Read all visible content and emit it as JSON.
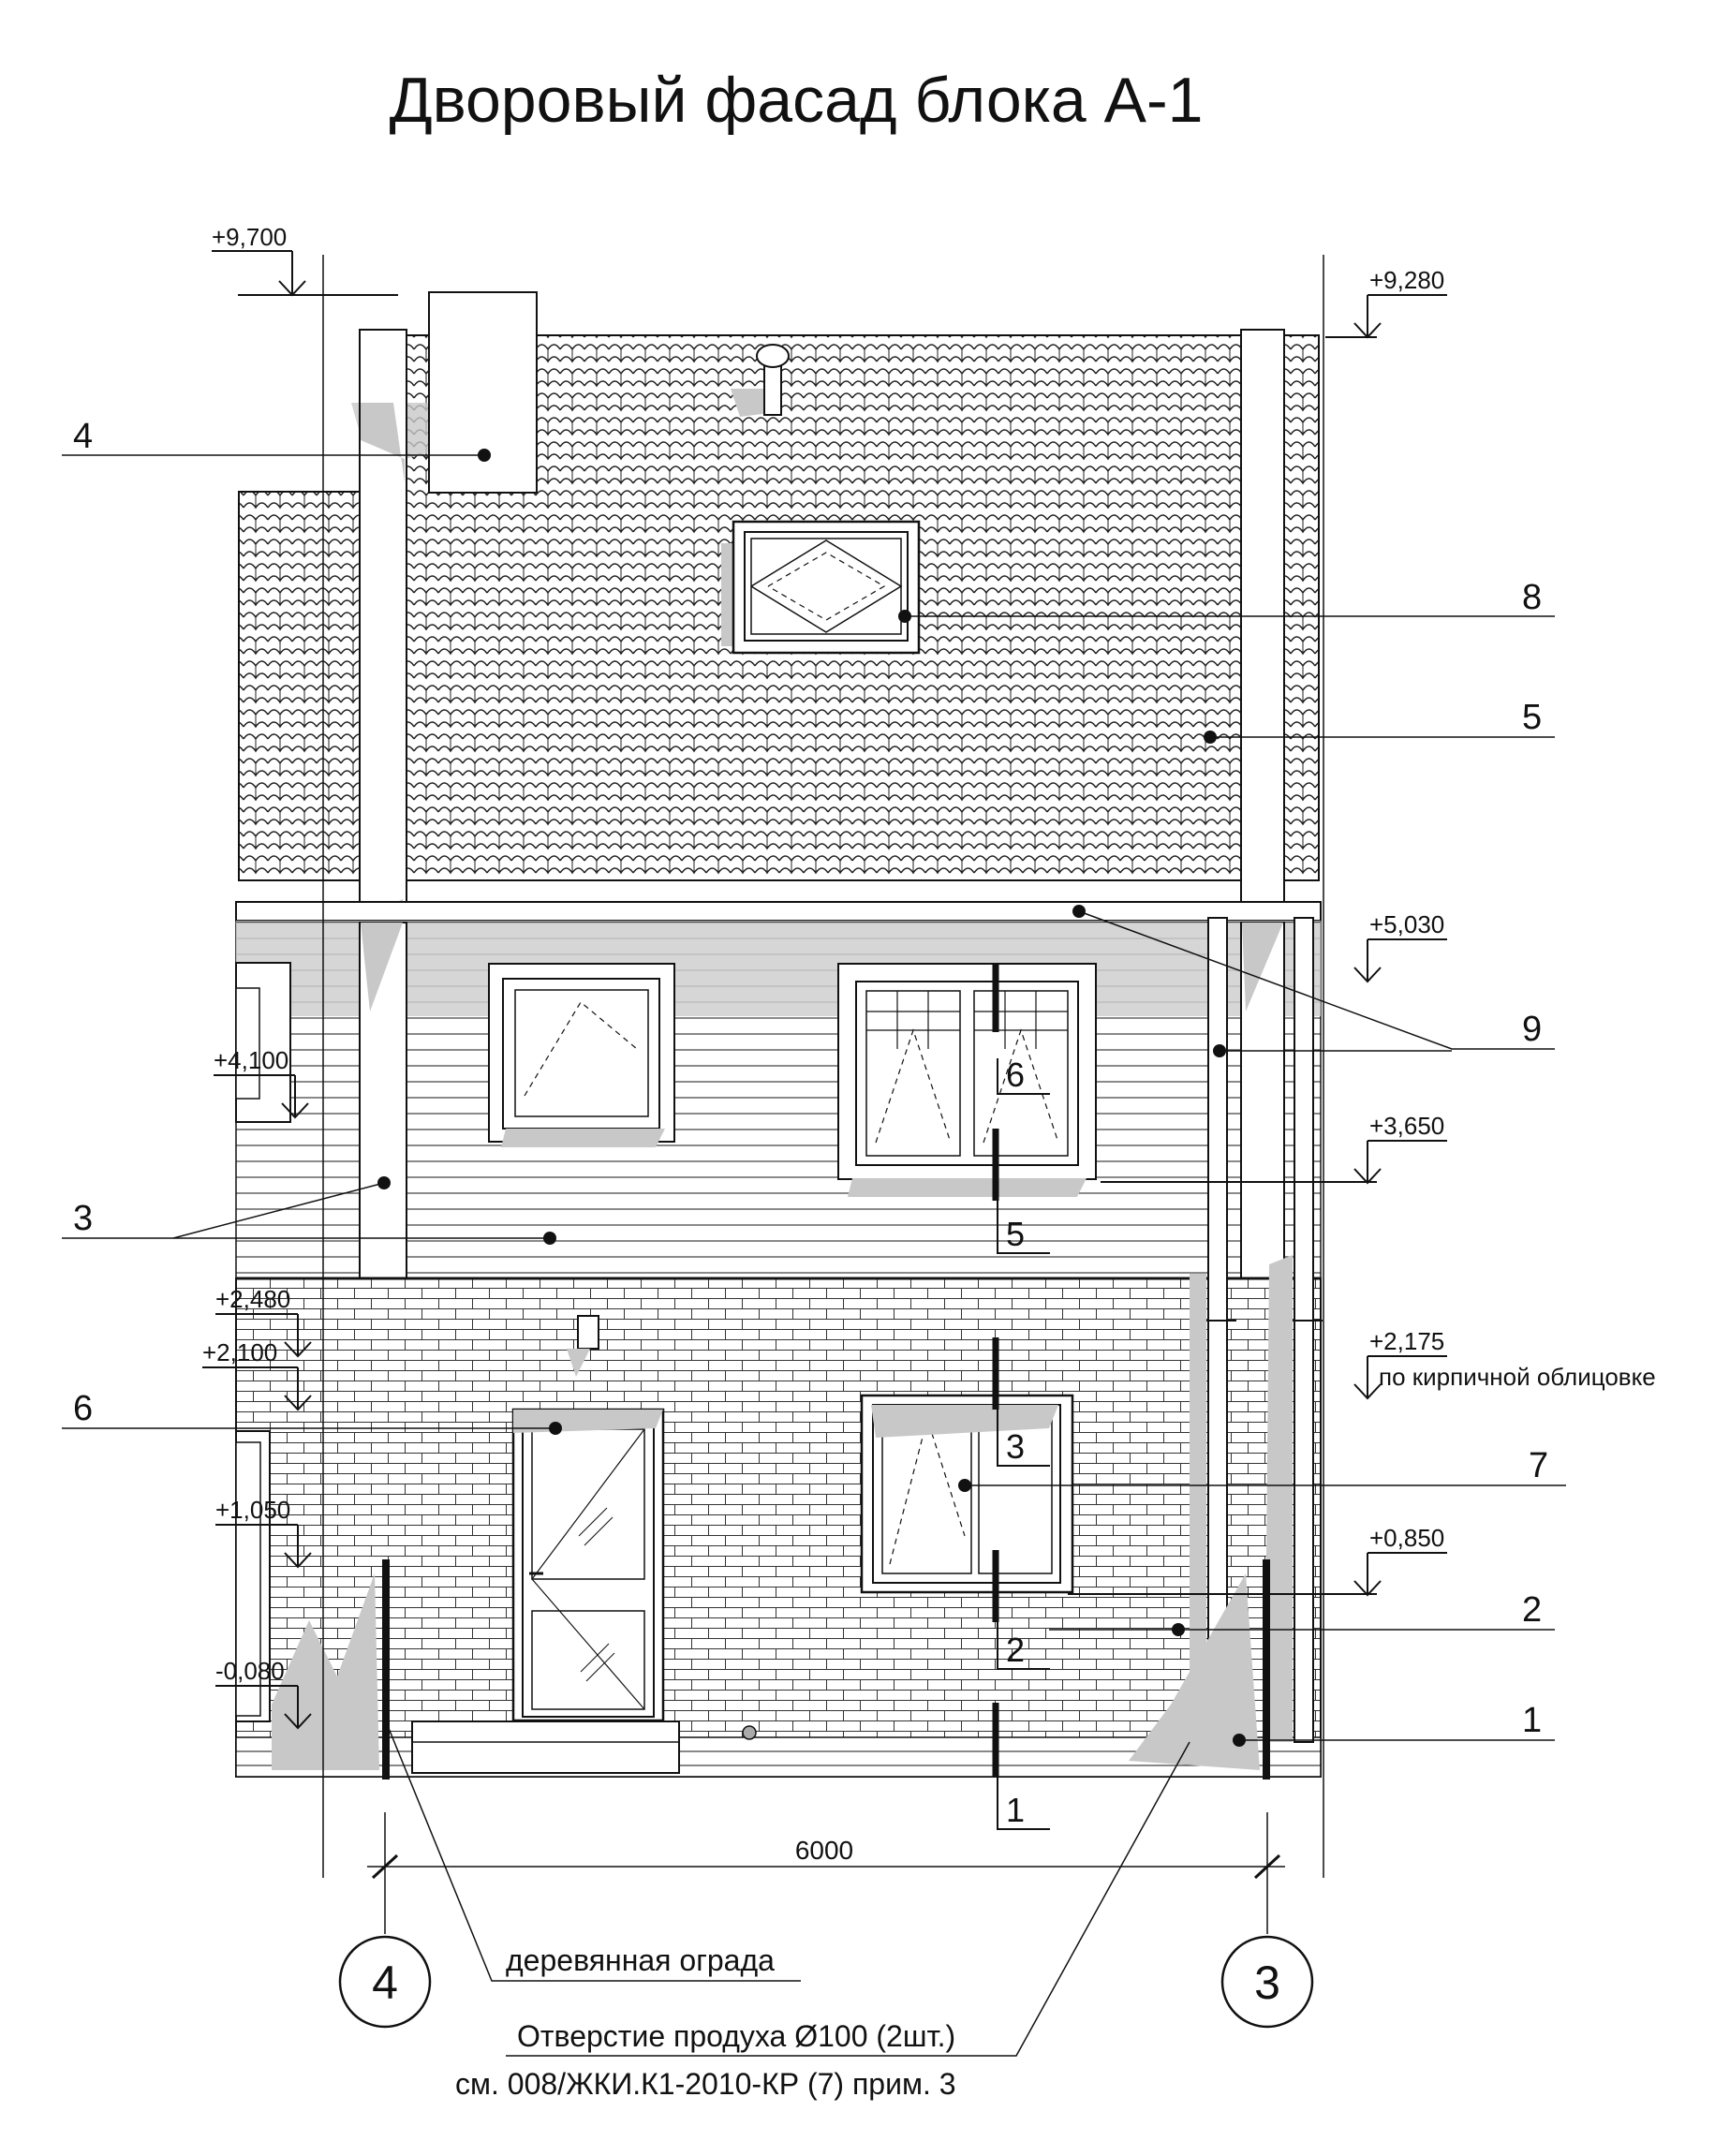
{
  "title": "Дворовый фасад блока А-1",
  "elevations": {
    "top_left": "+9,700",
    "top_right": "+9,280",
    "eaves": "+5,030",
    "left_4100": "+4,100",
    "right_3650": "+3,650",
    "left_2480": "+2,480",
    "left_2100": "+2,100",
    "right_2175": "+2,175",
    "right_2175_note": "по кирпичной облицовке",
    "left_1050": "+1,050",
    "right_0850": "+0,850",
    "left_minus0080": "-0,080"
  },
  "callouts": {
    "c4": "4",
    "c8": "8",
    "c5": "5",
    "c9": "9",
    "c3": "3",
    "c6": "6",
    "c7": "7",
    "c2": "2",
    "c1": "1"
  },
  "section_marks": {
    "s6": "6",
    "s5": "5",
    "s3": "3",
    "s2": "2",
    "s1": "1"
  },
  "dimension": "6000",
  "axes": {
    "left": "4",
    "right": "3"
  },
  "notes": {
    "fence": "деревянная ограда",
    "vent_line1": "Отверстие продуха Ø100 (2шт.)",
    "vent_line2": "см. 008/ЖКИ.К1-2010-КР (7) прим. 3"
  }
}
